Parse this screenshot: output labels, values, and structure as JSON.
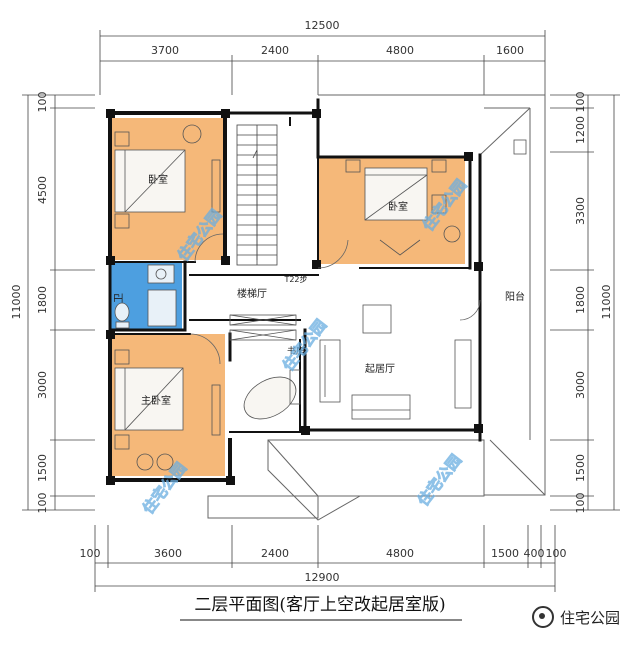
{
  "dimensions": {
    "top_total": "12500",
    "top_segments": [
      "3700",
      "2400",
      "4800",
      "1600"
    ],
    "bottom_segments": [
      "100",
      "3600",
      "2400",
      "4800",
      "1500",
      "400",
      "100"
    ],
    "bottom_total": "12900",
    "left_segments": [
      "100",
      "4500",
      "1800",
      "3000",
      "1500",
      "100"
    ],
    "left_total": "11000",
    "right_segments": [
      "100",
      "1200",
      "3300",
      "1800",
      "3000",
      "1500",
      "100"
    ],
    "right_total": "11000"
  },
  "rooms": {
    "bedroom_top_left": "卧室",
    "bedroom_top_right": "卧室",
    "bathroom": "卫",
    "stair_hall": "楼梯厅",
    "stair_steps": "T22步",
    "balcony": "阳台",
    "study": "书房",
    "living_room": "起居厅",
    "master_bedroom": "主卧室"
  },
  "watermark_diagonal": "住宅公园",
  "caption": "二层平面图(客厅上空改起居室版)",
  "watermark_footer": "住宅公园",
  "colors": {
    "room_fill": "#f5b879",
    "bath_fill": "#4d9fe0",
    "wall": "#111111",
    "line": "#555555"
  }
}
